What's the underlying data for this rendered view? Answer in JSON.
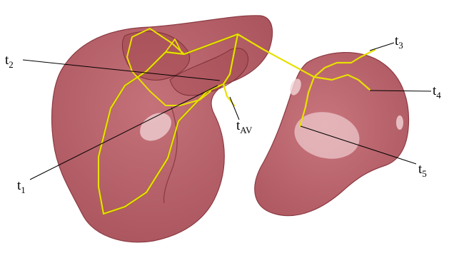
{
  "colors": {
    "tissue_fill": "#b85a62",
    "tissue_edge": "#8c3a42",
    "tissue_shadow": "#9c4048",
    "highlight": "#f2d6d8",
    "fiber": "#e8e000",
    "fiber_dark": "#7a6a00",
    "leader": "#000000",
    "background": "#ffffff"
  },
  "labels": [
    {
      "base": "t",
      "sub": "1"
    },
    {
      "base": "t",
      "sub": "2"
    },
    {
      "base": "t",
      "sub": "3"
    },
    {
      "base": "t",
      "sub": "4"
    },
    {
      "base": "t",
      "sub": "5"
    },
    {
      "base": "t",
      "sub": "AV"
    }
  ]
}
